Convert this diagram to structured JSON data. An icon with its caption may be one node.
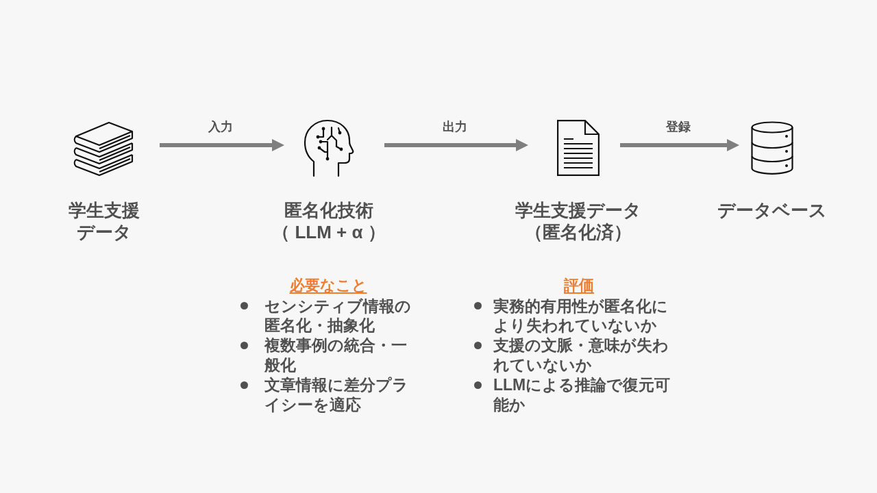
{
  "diagram": {
    "nodes": [
      {
        "text": [],
        "shape": "picture",
        "beside": [
          "学生支援データ"
        ]
      },
      {
        "text": [],
        "shape": "picture",
        "beside": [
          "匿名化技術",
          "（ LLM + α ）"
        ]
      },
      {
        "text": [],
        "shape": "picture",
        "beside": [
          "学生支援データ",
          "（匿名化済）"
        ]
      },
      {
        "text": [],
        "shape": "cylinder",
        "beside": [
          "データベース"
        ]
      }
    ],
    "edges": [
      {
        "from": 0,
        "to": 1,
        "arrow": "to",
        "label": "入力"
      },
      {
        "from": 1,
        "to": 2,
        "arrow": "to",
        "label": "出力"
      },
      {
        "from": 2,
        "to": 3,
        "arrow": "to",
        "label": "登録"
      }
    ],
    "labels": [
      "必要なこと",
      "センシティブ情報の匿名化・抽象化",
      "複数事例の統合・一般化",
      "文章情報に差分プライシーを適応",
      "評価",
      "実務的有用性が匿名化により失われていないか",
      "支援の文脈・意味が失われていないか",
      "LLMによる推論で復元可能か"
    ]
  }
}
